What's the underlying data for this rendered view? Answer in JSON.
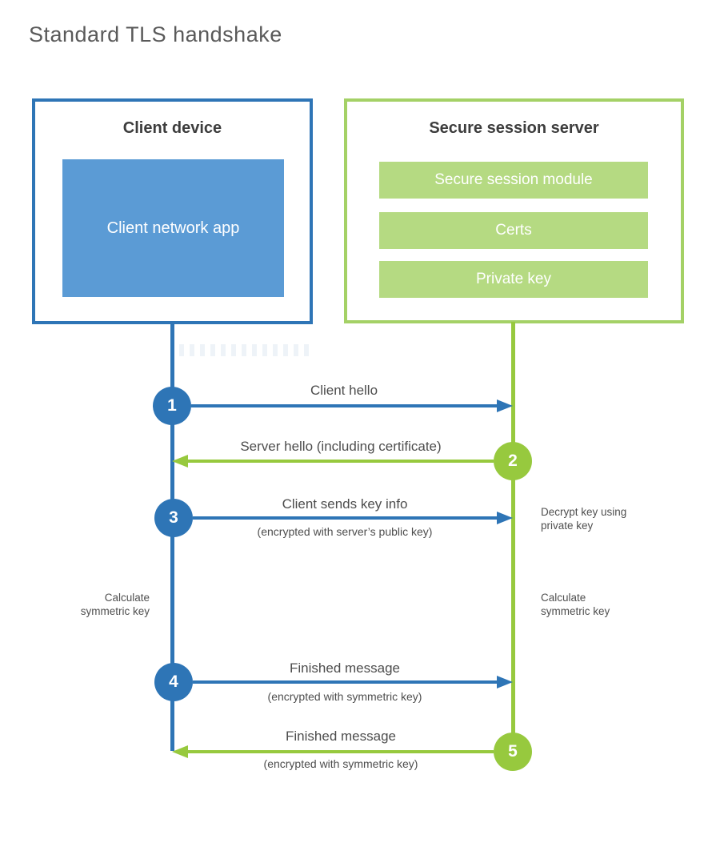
{
  "title": "Standard TLS handshake",
  "colors": {
    "blue": "#2e75b6",
    "blue_fill": "#5b9bd5",
    "green": "#97c93e",
    "green_border": "#a4d166",
    "green_fill": "#b5da82"
  },
  "client_box": {
    "title": "Client device",
    "app_label": "Client network app"
  },
  "server_box": {
    "title": "Secure session server",
    "modules": [
      "Secure session module",
      "Certs",
      "Private key"
    ]
  },
  "steps": [
    {
      "num": "1",
      "label": "Client hello",
      "sub": "",
      "direction": "client-to-server"
    },
    {
      "num": "2",
      "label": "Server hello (including certificate)",
      "sub": "",
      "direction": "server-to-client"
    },
    {
      "num": "3",
      "label": "Client sends key info",
      "sub": "(encrypted with server’s public key)",
      "direction": "client-to-server"
    },
    {
      "num": "4",
      "label": "Finished message",
      "sub": "(encrypted with symmetric key)",
      "direction": "client-to-server"
    },
    {
      "num": "5",
      "label": "Finished message",
      "sub": "(encrypted with symmetric key)",
      "direction": "server-to-client"
    }
  ],
  "annotations": {
    "decrypt_note": "Decrypt key using private key",
    "calculate_left": "Calculate symmetric key",
    "calculate_right": "Calculate symmetric key"
  }
}
